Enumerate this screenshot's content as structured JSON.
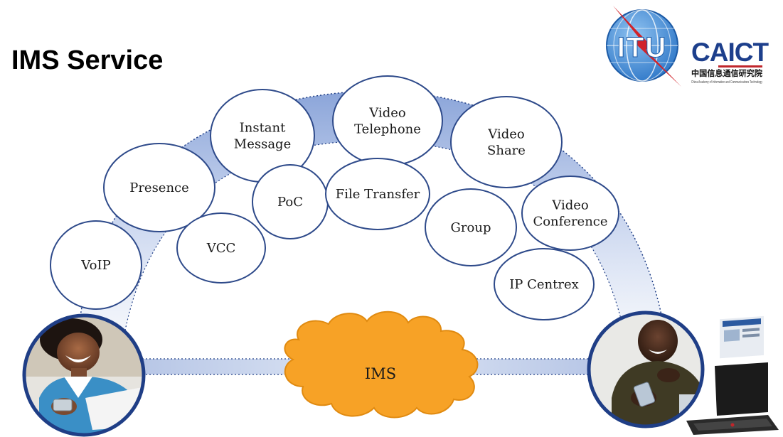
{
  "slide": {
    "title": "IMS Service"
  },
  "logos": {
    "itu": "ITU",
    "caict": "CAICT",
    "caict_chinese": "中国信息通信研究院",
    "caict_english": "China Academy of Information and Communications Technology"
  },
  "diagram": {
    "core_label": "IMS",
    "services": [
      {
        "id": "voip",
        "lines": [
          "VoIP"
        ]
      },
      {
        "id": "presence",
        "lines": [
          "Presence"
        ]
      },
      {
        "id": "vcc",
        "lines": [
          "VCC"
        ]
      },
      {
        "id": "instant-message",
        "lines": [
          "Instant",
          "Message"
        ]
      },
      {
        "id": "poc",
        "lines": [
          "PoC"
        ]
      },
      {
        "id": "video-telephone",
        "lines": [
          "Video",
          "Telephone"
        ]
      },
      {
        "id": "file-transfer",
        "lines": [
          "File Transfer"
        ]
      },
      {
        "id": "video-share",
        "lines": [
          "Video",
          "Share"
        ]
      },
      {
        "id": "group",
        "lines": [
          "Group"
        ]
      },
      {
        "id": "video-conference",
        "lines": [
          "Video",
          "Conference"
        ]
      },
      {
        "id": "ip-centrex",
        "lines": [
          "IP Centrex"
        ]
      }
    ]
  },
  "colors": {
    "bubble_stroke": "#2e4a8a",
    "cloud_fill": "#f7a226",
    "cloud_stroke": "#e08a10",
    "arc_band": "#7f9fd6",
    "caict_blue": "#1d3f8c",
    "itu_blue": "#2f78c8"
  }
}
